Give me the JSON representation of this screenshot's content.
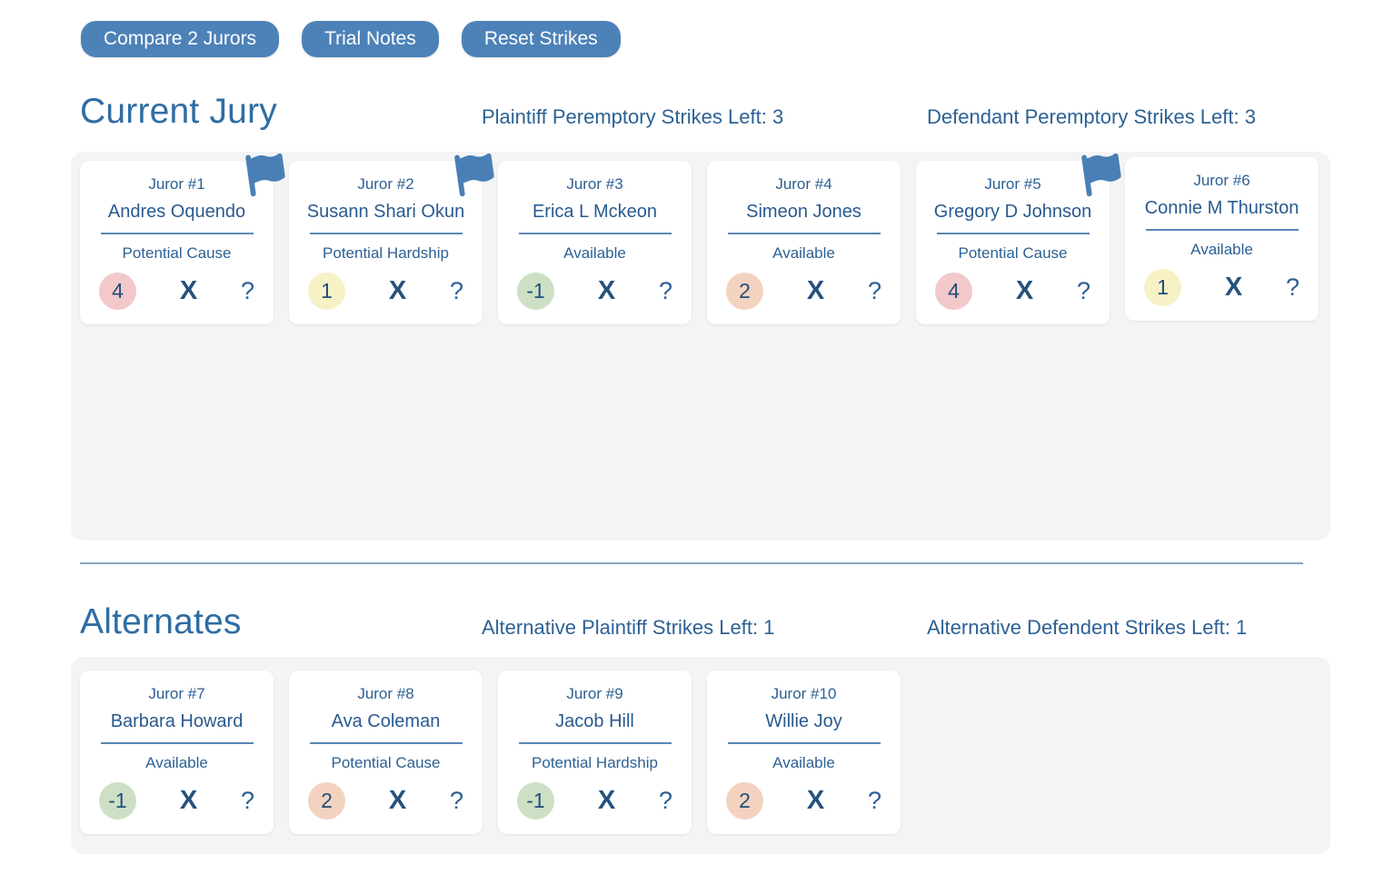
{
  "toolbar": {
    "compare_label": "Compare 2 Jurors",
    "trial_notes_label": "Trial Notes",
    "reset_strikes_label": "Reset Strikes"
  },
  "card_actions": {
    "strike_label": "X",
    "question_label": "?"
  },
  "current_jury": {
    "title": "Current Jury",
    "plaintiff_strikes_label": "Plaintiff Peremptory Strikes Left: 3",
    "defendant_strikes_label": "Defendant Peremptory Strikes Left: 3",
    "jurors": [
      {
        "number": "Juror #1",
        "name": "Andres Oquendo",
        "status": "Potential Cause",
        "score": "4",
        "score_color": "#f2c8cb",
        "flagged": true
      },
      {
        "number": "Juror #2",
        "name": "Susann Shari Okun",
        "status": "Potential Hardship",
        "score": "1",
        "score_color": "#f7f1c6",
        "flagged": true
      },
      {
        "number": "Juror #3",
        "name": "Erica L Mckeon",
        "status": "Available",
        "score": "-1",
        "score_color": "#cde0c5",
        "flagged": false
      },
      {
        "number": "Juror #4",
        "name": "Simeon Jones",
        "status": "Available",
        "score": "2",
        "score_color": "#f3d3c0",
        "flagged": false
      },
      {
        "number": "Juror #5",
        "name": "Gregory D Johnson",
        "status": "Potential Cause",
        "score": "4",
        "score_color": "#f2c8cb",
        "flagged": true
      },
      {
        "number": "Juror #6",
        "name": "Connie M Thurston",
        "status": "Available",
        "score": "1",
        "score_color": "#f7f1c6",
        "flagged": false
      }
    ]
  },
  "alternates": {
    "title": "Alternates",
    "plaintiff_strikes_label": "Alternative Plaintiff Strikes Left: 1",
    "defendant_strikes_label": "Alternative Defendent Strikes Left: 1",
    "jurors": [
      {
        "number": "Juror #7",
        "name": "Barbara Howard",
        "status": "Available",
        "score": "-1",
        "score_color": "#cde0c5",
        "flagged": false
      },
      {
        "number": "Juror #8",
        "name": "Ava Coleman",
        "status": "Potential Cause",
        "score": "2",
        "score_color": "#f3d3c0",
        "flagged": false
      },
      {
        "number": "Juror #9",
        "name": "Jacob Hill",
        "status": "Potential Hardship",
        "score": "-1",
        "score_color": "#cde0c5",
        "flagged": false
      },
      {
        "number": "Juror #10",
        "name": "Willie Joy",
        "status": "Available",
        "score": "2",
        "score_color": "#f3d3c0",
        "flagged": false
      }
    ]
  },
  "colors": {
    "button_blue": "#4d82b8",
    "heading_blue": "#2e6da4",
    "text_blue": "#2d6194",
    "flag_blue": "#4a7fb5",
    "panel_gray": "#f4f4f5",
    "badge_pink": "#f2c8cb",
    "badge_yellow": "#f7f1c6",
    "badge_green": "#cde0c5",
    "badge_peach": "#f3d3c0"
  }
}
